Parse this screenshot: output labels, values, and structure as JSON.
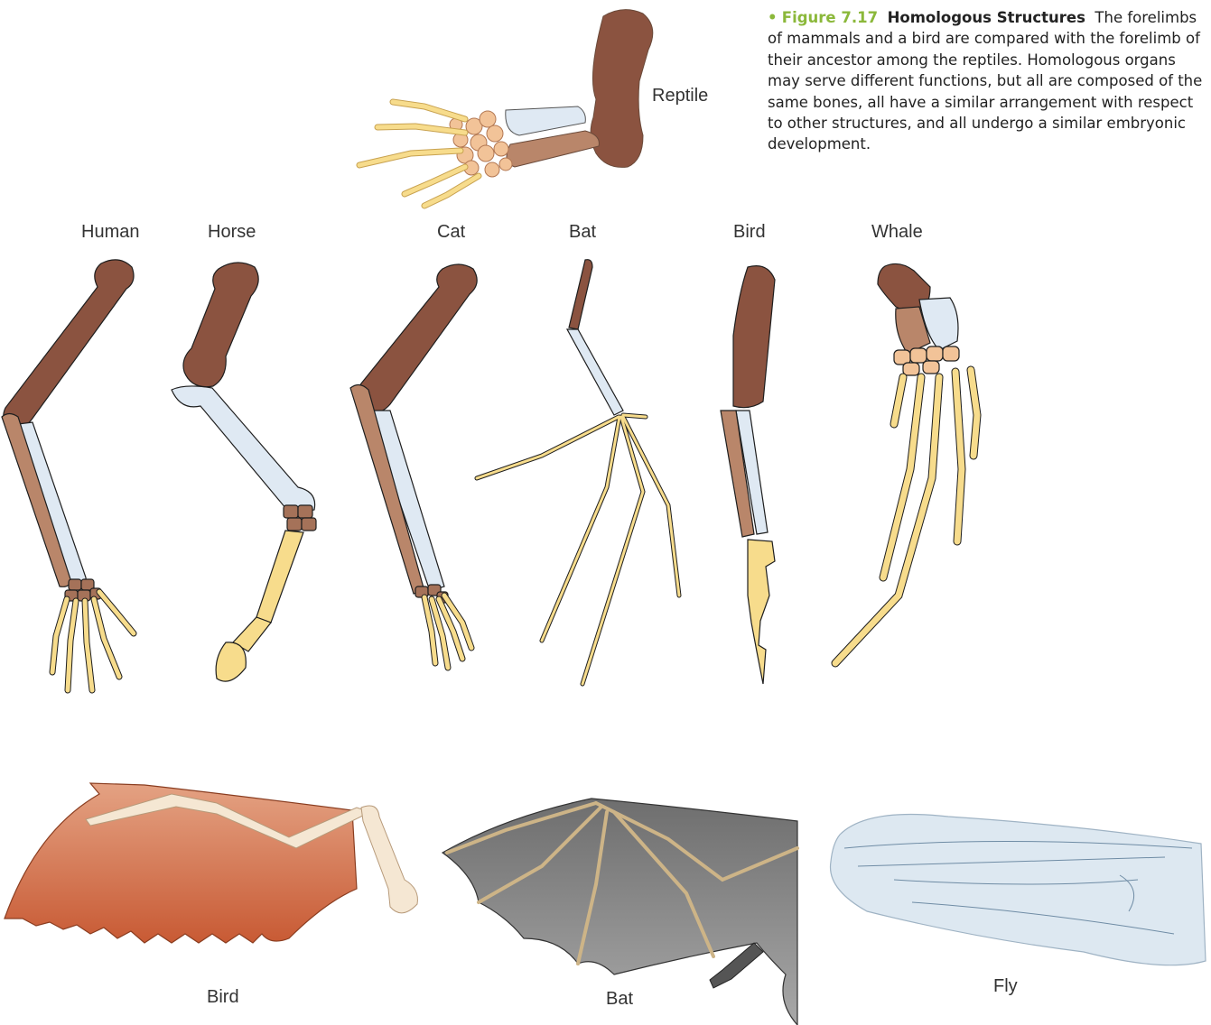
{
  "caption": {
    "bullet": "•",
    "figure_number": "Figure 7.17",
    "title": "Homologous Structures",
    "text": "The forelimbs of mammals and a bird are compared with the forelimb of their ancestor among the reptiles. Homologous organs may serve different functions, but all are composed of the same bones, all have a similar arrangement with respect to other structures, and all undergo a similar embryonic development."
  },
  "labels": {
    "reptile": "Reptile",
    "human": "Human",
    "horse": "Horse",
    "cat": "Cat",
    "bat": "Bat",
    "bird": "Bird",
    "whale": "Whale",
    "wing_bird": "Bird",
    "wing_bat": "Bat",
    "wing_fly": "Fly"
  },
  "colors": {
    "humerus": "#8b5340",
    "radius": "#dfe9f3",
    "ulna": "#b9866a",
    "hand": "#f7dc8c",
    "carpal": "#a57259",
    "feather": "#cf6d45",
    "bat_membrane": "#8c8c8c",
    "fly_wing": "#dde8f1",
    "outline": "#1e1e1e"
  }
}
